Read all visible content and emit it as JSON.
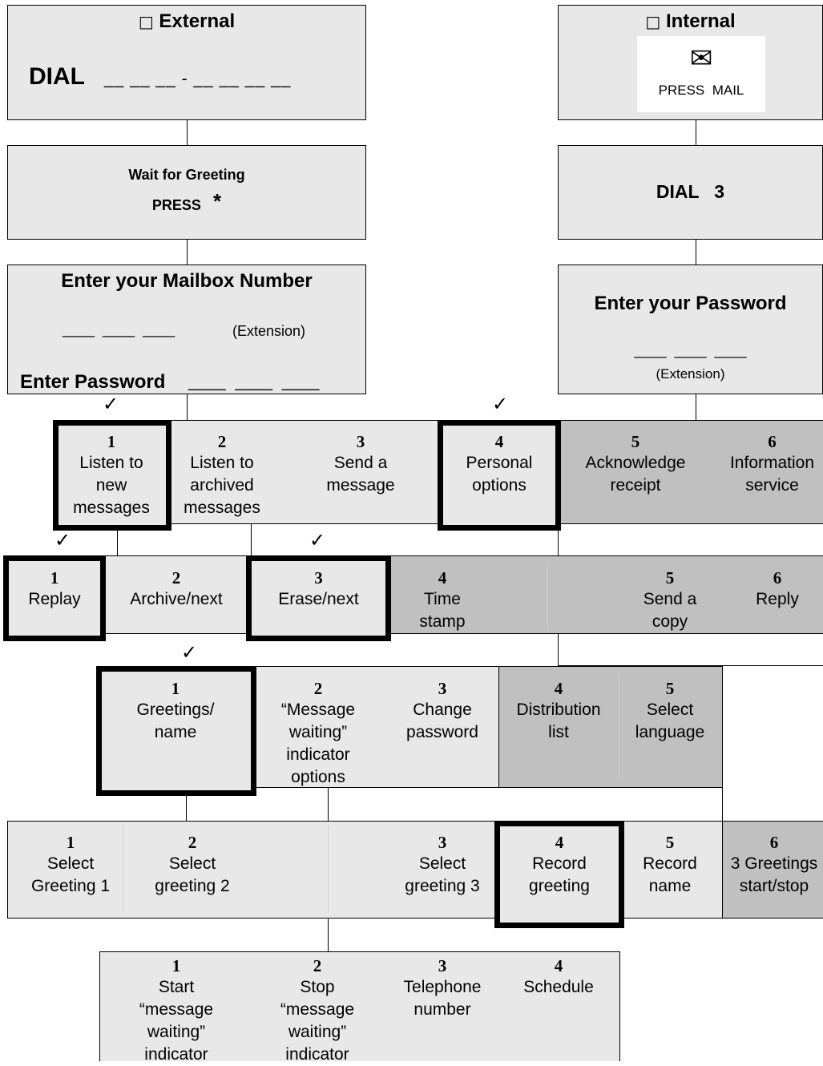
{
  "external": {
    "checkbox": "□",
    "title": "External",
    "dial_label": "DIAL",
    "dial_blanks": "__ __ __ - __ __ __ __"
  },
  "internal": {
    "checkbox": "□",
    "title": "Internal",
    "envelope_glyph": "✉",
    "press_mail": "PRESS  MAIL"
  },
  "step2": {
    "external": {
      "line1": "Wait for Greeting",
      "line2": "PRESS",
      "star": "*"
    },
    "internal": {
      "text": "DIAL   3"
    }
  },
  "step3": {
    "external": {
      "title": "Enter your Mailbox Number",
      "blanks": "____  ____  ____",
      "ext": "(Extension)",
      "password": "Enter Password",
      "password_blanks": "____  ____  ____"
    },
    "internal": {
      "title": "Enter your Password",
      "blanks": "____  ____  ____",
      "ext": "(Extension)"
    }
  },
  "check_glyph": "✓",
  "main_menu": [
    {
      "num": "1",
      "label": "Listen to new messages"
    },
    {
      "num": "2",
      "label": "Listen to archived messages"
    },
    {
      "num": "3",
      "label": "Send a message"
    },
    {
      "num": "4",
      "label": "Personal options"
    },
    {
      "num": "5",
      "label": "Acknowledge receipt"
    },
    {
      "num": "6",
      "label": "Information service"
    }
  ],
  "listen_menu": [
    {
      "num": "1",
      "label": "Replay"
    },
    {
      "num": "2",
      "label": "Archive/next"
    },
    {
      "num": "3",
      "label": "Erase/next"
    },
    {
      "num": "4",
      "label": "Time stamp"
    },
    {
      "num": "5",
      "label": "Send a copy"
    },
    {
      "num": "6",
      "label": "Reply"
    }
  ],
  "personal_menu": [
    {
      "num": "1",
      "label": "Greetings/ name"
    },
    {
      "num": "2",
      "label": "“Message waiting” indicator options"
    },
    {
      "num": "3",
      "label": "Change password"
    },
    {
      "num": "4",
      "label": "Distribution list"
    },
    {
      "num": "5",
      "label": "Select language"
    }
  ],
  "greetings_menu": [
    {
      "num": "1",
      "label": "Select Greeting 1"
    },
    {
      "num": "2",
      "label": "Select greeting 2"
    },
    {
      "num": "3",
      "label": "Select greeting 3"
    },
    {
      "num": "4",
      "label": "Record greeting"
    },
    {
      "num": "5",
      "label": "Record name"
    },
    {
      "num": "6",
      "label": "3 Greetings start/stop"
    }
  ],
  "indicator_menu": [
    {
      "num": "1",
      "label": "Start “message waiting” indicator"
    },
    {
      "num": "2",
      "label": "Stop “message waiting” indicator"
    },
    {
      "num": "3",
      "label": "Telephone number"
    },
    {
      "num": "4",
      "label": "Schedule"
    }
  ]
}
